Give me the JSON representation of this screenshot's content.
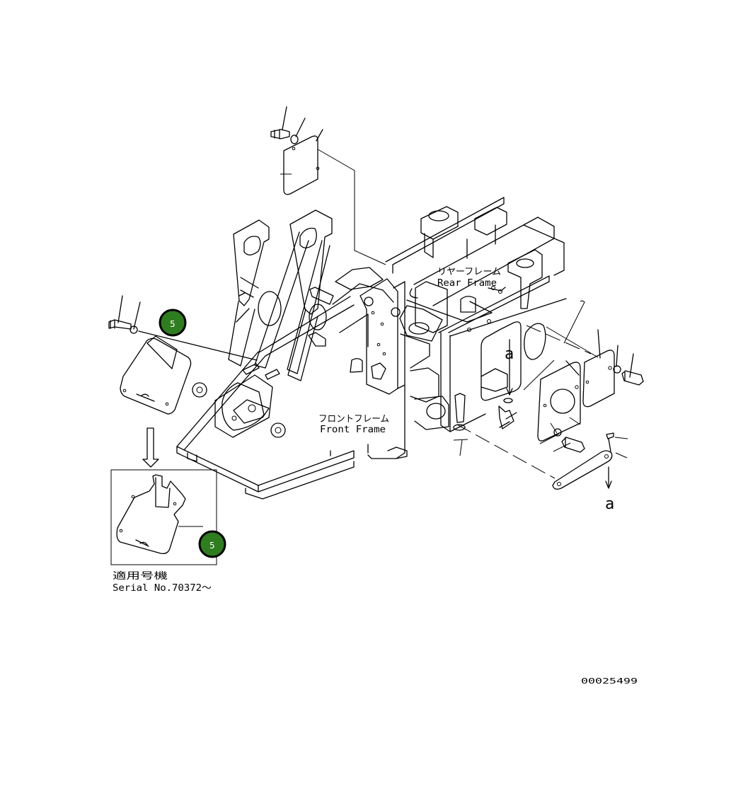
{
  "labels": {
    "rear_frame_jp": "リヤーフレーム",
    "rear_frame_en": "Rear Frame",
    "front_frame_jp": "フロントフレーム",
    "front_frame_en": "Front Frame",
    "view_a_top": "a",
    "view_a_bottom": "a"
  },
  "callouts": [
    {
      "number": "5",
      "color": "#2e7d1f"
    },
    {
      "number": "5",
      "color": "#2e7d1f"
    }
  ],
  "inset": {
    "applicable_jp": "適用号機",
    "serial": "Serial No.70372～"
  },
  "drawing_number": "00025499"
}
